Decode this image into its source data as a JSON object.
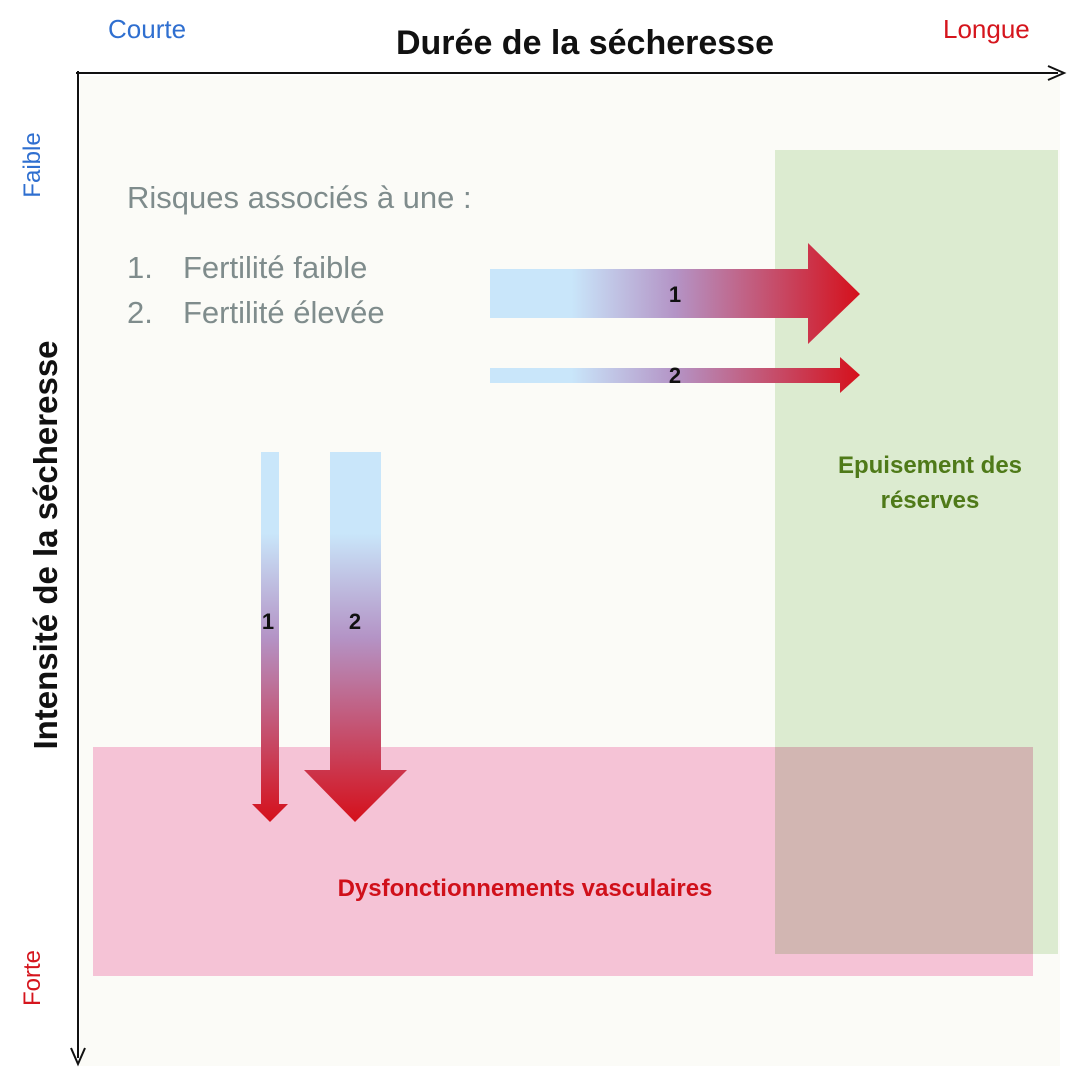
{
  "axes": {
    "x_title": "Durée de la sécheresse",
    "x_start_label": "Courte",
    "x_end_label": "Longue",
    "y_title": "Intensité de la sécheresse",
    "y_start_label": "Faible",
    "y_end_label": "Forte"
  },
  "legend": {
    "heading": "Risques associés à une :",
    "items": [
      {
        "number": "1.",
        "label": "Fertilité faible"
      },
      {
        "number": "2.",
        "label": "Fertilité élevée"
      }
    ]
  },
  "arrows": {
    "horizontal": [
      "1",
      "2"
    ],
    "vertical": [
      "1",
      "2"
    ]
  },
  "zones": {
    "reserves": "Epuisement des réserves",
    "vascular": "Dysfonctionnements vasculaires"
  },
  "colors": {
    "low_label": "#2f6fd0",
    "high_label": "#d5151d",
    "reserves_zone": "#dcebd0",
    "reserves_text": "#4f7a19",
    "vascular_zone": "#f5c3d6",
    "vascular_text": "#d0101a",
    "overlap_zone": "#d2b6b2",
    "arrow_start": "#c9e6fa",
    "arrow_mid": "#b494c6",
    "arrow_end": "#d5101b",
    "legend_text": "#7f8c8c"
  }
}
